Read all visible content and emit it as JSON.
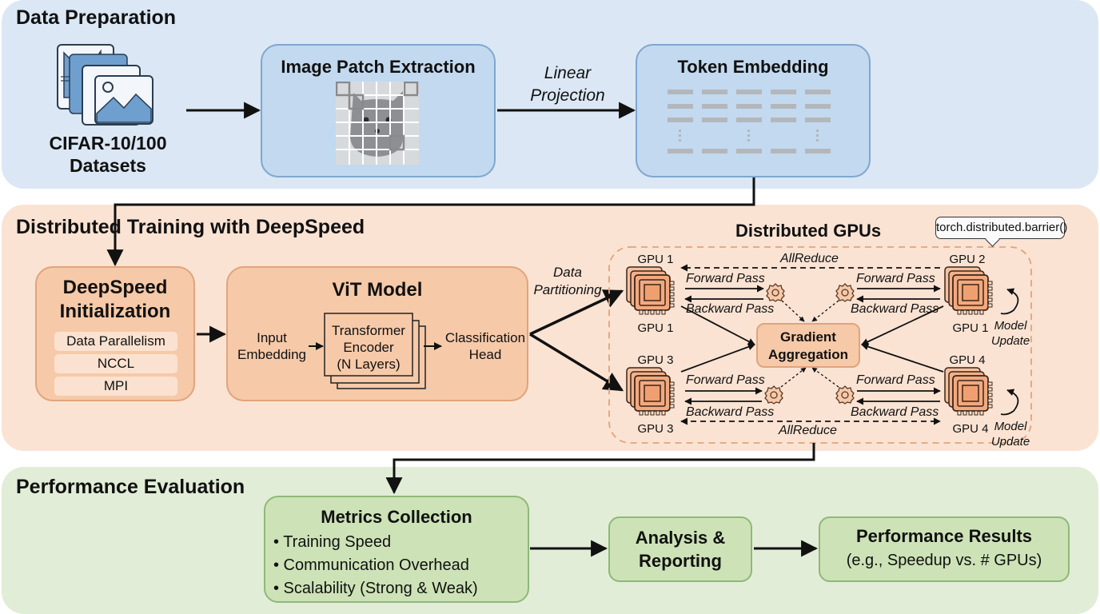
{
  "colors": {
    "section_blue": "#dbe7f4",
    "section_orange": "#fae3d3",
    "section_green": "#e1edd7",
    "box_blue": "#c2d9ef",
    "box_orange": "#f6c9a8",
    "box_green": "#cde3b7",
    "icon_blue": "#6f9fcf",
    "gpu_orange": "#f2a97f",
    "arrow": "#111111",
    "dashed_border": "#e0a47c"
  },
  "data_preparation": {
    "title": "Data Preparation",
    "dataset": {
      "icon": "image-stack-icon",
      "line1": "CIFAR-10/100",
      "line2": "Datasets"
    },
    "patch_extraction": {
      "title": "Image Patch Extraction",
      "icon": "patch-grid-icon"
    },
    "linear_projection": {
      "line1": "Linear",
      "line2": "Projection"
    },
    "token_embedding": {
      "title": "Token Embedding",
      "icon": "token-grid-icon"
    }
  },
  "distributed_training": {
    "title": "Distributed Training with DeepSpeed",
    "deepspeed_init": {
      "title_line1": "DeepSpeed",
      "title_line2": "Initialization",
      "items": [
        "Data Parallelism",
        "NCCL",
        "MPI"
      ]
    },
    "vit_model": {
      "title": "ViT Model",
      "input_embedding": {
        "line1": "Input",
        "line2": "Embedding"
      },
      "encoder": {
        "line1": "Transformer",
        "line2": "Encoder",
        "line3": "(N Layers)"
      },
      "head": {
        "line1": "Classification",
        "line2": "Head"
      }
    },
    "data_partitioning": {
      "line1": "Data",
      "line2": "Partitioning"
    },
    "gpus": {
      "title": "Distributed GPUs",
      "barrier_tooltip": "torch.distributed.barrier()",
      "gpu1": {
        "top": "GPU 1",
        "bottom": "GPU 1"
      },
      "gpu2": {
        "top": "GPU 2",
        "bottom": "GPU 1"
      },
      "gpu3": {
        "top": "GPU 3",
        "bottom": "GPU 3"
      },
      "gpu4": {
        "top": "GPU 4",
        "bottom": "GPU 4"
      },
      "forward_pass": "Forward Pass",
      "backward_pass": "Backward Pass",
      "allreduce": "AllReduce",
      "gradient_aggregation": {
        "line1": "Gradient",
        "line2": "Aggregation"
      },
      "model_update": {
        "line1": "Model",
        "line2": "Update"
      }
    }
  },
  "performance_evaluation": {
    "title": "Performance Evaluation",
    "metrics": {
      "title": "Metrics Collection",
      "items": [
        "• Training Speed",
        "• Communication Overhead",
        "• Scalability (Strong & Weak)"
      ]
    },
    "analysis": {
      "line1": "Analysis &",
      "line2": "Reporting"
    },
    "results": {
      "title": "Performance Results",
      "subtitle": "(e.g., Speedup vs. # GPUs)"
    }
  }
}
